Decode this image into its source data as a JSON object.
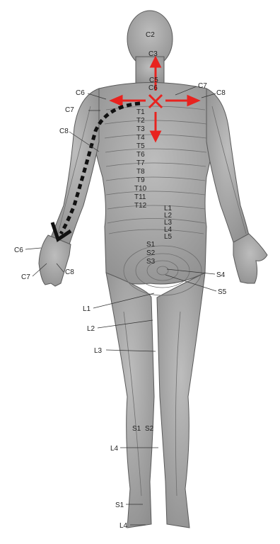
{
  "labels": {
    "head_c2": "C2",
    "neck_c3": "C3",
    "neck_c5": "C5",
    "neck_c6": "C6",
    "neck_c7_right": "C7",
    "shoulder_c6_left": "C6",
    "shoulder_c8_right": "C8",
    "arm_c7": "C7",
    "arm_c8": "C8",
    "thoracic": [
      "T1",
      "T2",
      "T3",
      "T4",
      "T5",
      "T6",
      "T7",
      "T8",
      "T9",
      "T10",
      "T11",
      "T12"
    ],
    "lumbar": [
      "L1",
      "L2",
      "L3",
      "L4",
      "L5"
    ],
    "sacral": [
      "S1",
      "S2",
      "S3"
    ],
    "sacral_s4": "S4",
    "sacral_s5": "S5",
    "hand_c6": "C6",
    "hand_c7": "C7",
    "hand_c8": "C8",
    "leg_l1": "L1",
    "leg_l2": "L2",
    "leg_l3": "L3",
    "leg_s1": "S1",
    "leg_s2": "S2",
    "leg_l4": "L4",
    "foot_s1": "S1",
    "foot_l4": "L4"
  },
  "colors": {
    "body": "#a8a8a8",
    "body_dark": "#8a8a8a",
    "outline": "#5a5a5a",
    "arrow": "#e8231f",
    "dashed_path": "#111111"
  }
}
